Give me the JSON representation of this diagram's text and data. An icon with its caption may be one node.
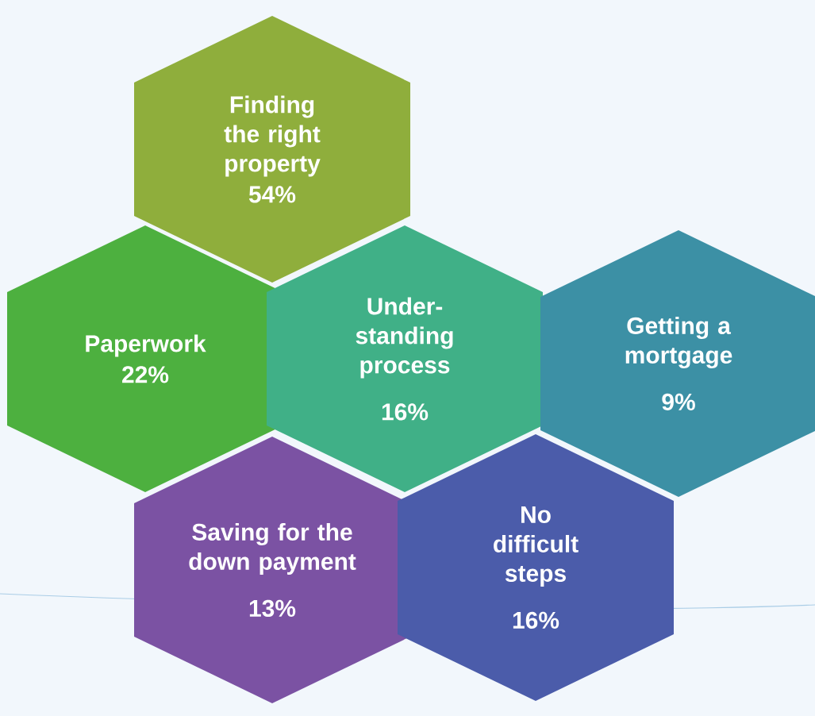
{
  "diagram": {
    "nodes": [
      {
        "text": [
          "Finding the right property",
          "54%"
        ]
      },
      {
        "text": [
          "Paperwork",
          "22%"
        ]
      },
      {
        "text": [
          "Under-standing process",
          "16%"
        ]
      },
      {
        "text": [
          "Getting a mortgage",
          "9%"
        ]
      },
      {
        "text": [
          "Saving for the down payment",
          "13%"
        ]
      },
      {
        "text": [
          "No difficult steps",
          "16%"
        ]
      }
    ]
  }
}
